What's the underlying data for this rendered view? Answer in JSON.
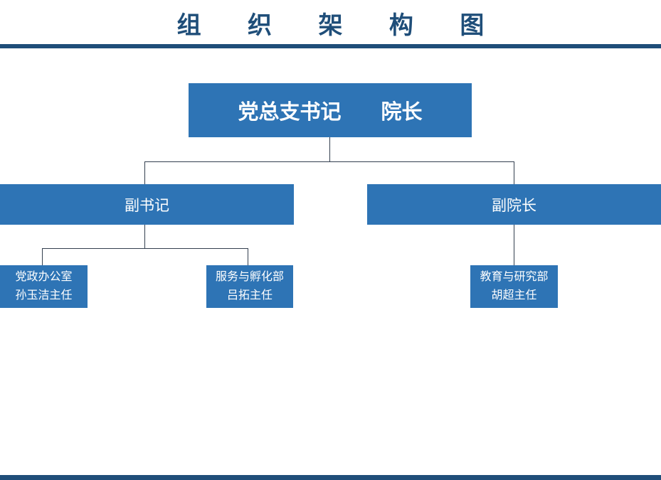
{
  "title": "组 织 架 构 图",
  "colors": {
    "box_blue": "#2E74B5",
    "navy": "#1F4E79",
    "connector_line": "#333F4F",
    "box_text": "#FFFFFF",
    "background": "#FFFFFF"
  },
  "org_chart": {
    "type": "org-tree",
    "root": {
      "title_left": "党总支书记",
      "title_right": "院长"
    },
    "level2": [
      {
        "label": "副书记"
      },
      {
        "label": "副院长"
      }
    ],
    "level3": [
      {
        "department": "党政办公室",
        "head": "孙玉洁主任",
        "parent": "副书记"
      },
      {
        "department": "服务与孵化部",
        "head": "吕拓主任",
        "parent": "副书记"
      },
      {
        "department": "教育与研究部",
        "head": "胡超主任",
        "parent": "副院长"
      }
    ]
  }
}
